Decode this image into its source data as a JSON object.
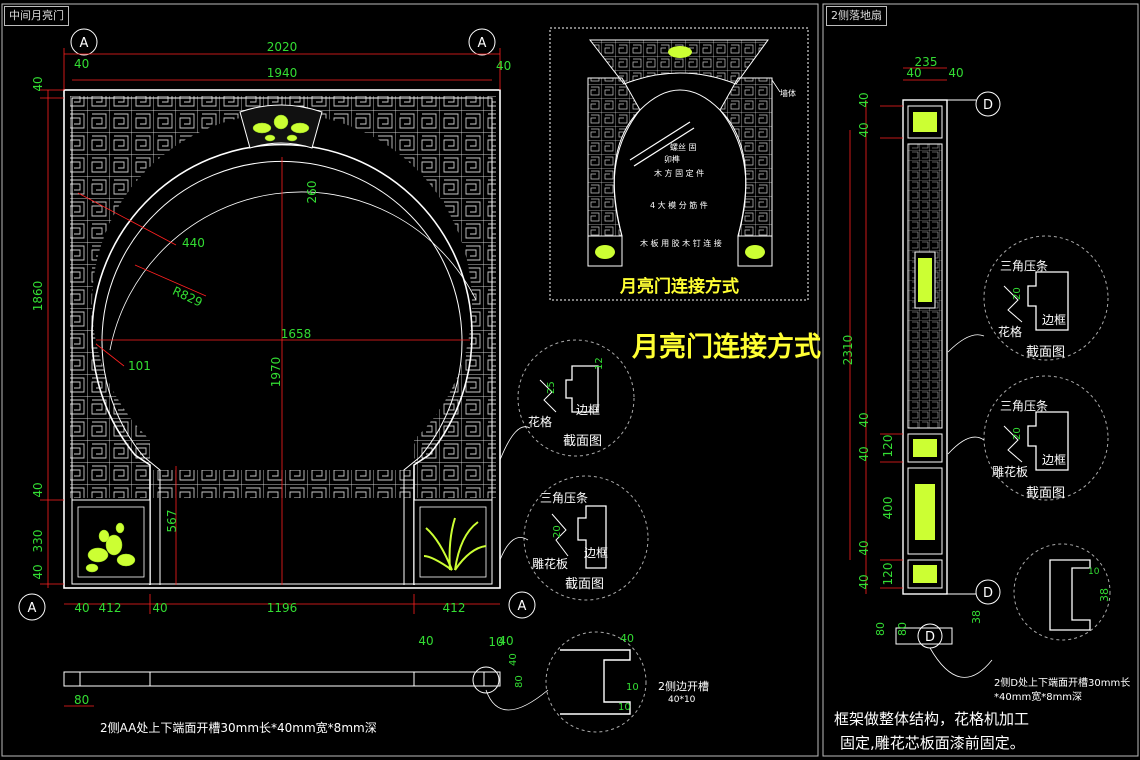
{
  "viewports": {
    "left_title": "中间月亮门",
    "right_title": "2侧落地扇"
  },
  "colors": {
    "background": "#000000",
    "frame": "#ffffff",
    "lattice": "#c8c8c8",
    "dimension": "#ff2020",
    "dimension_text": "#33dd33",
    "label": "#ffffff",
    "highlight": "#ffff33",
    "carving": "#ccff33"
  },
  "moon_gate": {
    "dims_top": {
      "overall": "2020",
      "inner": "1940",
      "side_left": "40",
      "side_right": "40"
    },
    "dims_left": {
      "top": "40",
      "upper": "1860",
      "mid": "40",
      "panel": "330",
      "bottom": "40"
    },
    "dims_inner": {
      "r260": "260",
      "r440": "440",
      "radius": "R829",
      "span": "1658",
      "height": "1970",
      "offset": "101",
      "leg": "567"
    },
    "dims_bottom": {
      "b1": "40",
      "b2": "412",
      "b3": "40",
      "b4": "1196",
      "b5": "412",
      "b6": "40",
      "b7": "40",
      "b8": "10"
    },
    "markers": [
      "A",
      "A",
      "A",
      "A"
    ]
  },
  "section_details": {
    "huage": {
      "label_1": "花格",
      "label_2": "边框",
      "title": "截面图",
      "d1": "25",
      "d2": "12"
    },
    "diaohua": {
      "label_1": "三角压条",
      "label_2": "雕花板",
      "label_3": "边框",
      "title": "截面图",
      "d1": "20"
    },
    "groove": {
      "label": "2侧边开槽",
      "size": "40*10",
      "d1": "40",
      "d2": "10",
      "d3": "10",
      "d4": "40",
      "d5": "80"
    }
  },
  "connection": {
    "box_title": "月亮门连接方式",
    "big_title": "月亮门连接方式",
    "notes": [
      "4 大 模 分 筋 件",
      "螺丝 固",
      "卯榫",
      "木 方 固 定 件",
      "木 板 用 胶 木 钉 连 接"
    ],
    "right_note": "墙体"
  },
  "bottom_rail": {
    "dim": "80",
    "note": "2侧AA处上下端面开槽30mm长*40mm宽*8mm深"
  },
  "side_door": {
    "dims_top": {
      "total": "235",
      "a": "40",
      "b": "40"
    },
    "dims_left": {
      "d1": "40",
      "d2": "40",
      "total": "2310",
      "d3": "40",
      "d4": "40",
      "d5": "120",
      "d6": "400",
      "d7": "40",
      "d8": "120",
      "d9": "40"
    },
    "markers": [
      "D",
      "D",
      "D"
    ],
    "detail_upper": {
      "label_1": "三角压条",
      "label_2": "花格",
      "label_3": "边框",
      "title": "截面图",
      "d1": "20"
    },
    "detail_lower": {
      "label_1": "三角压条",
      "label_2": "雕花板",
      "label_3": "边框",
      "title": "截面图",
      "d1": "20"
    },
    "foot": {
      "d1": "80",
      "d2": "80",
      "d3": "38",
      "d4": "38",
      "d5": "10"
    },
    "foot_note_1": "2侧D处上下端面开槽30mm长",
    "foot_note_2": "*40mm宽*8mm深",
    "note_line_1": "框架做整体结构，花格机加工",
    "note_line_2": "固定,雕花芯板面漆前固定。"
  }
}
